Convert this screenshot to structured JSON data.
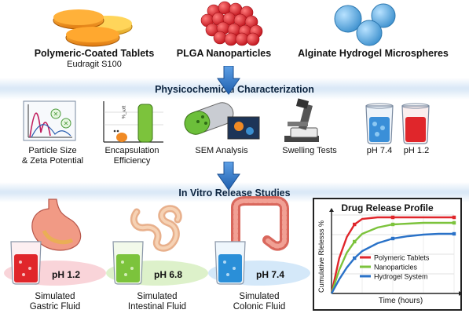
{
  "top_row": {
    "tablets": {
      "title": "Polymeric-Coated Tablets",
      "subtitle": "Eudragit S100"
    },
    "nanoparticles": {
      "title": "PLGA Nanoparticles"
    },
    "microspheres": {
      "title": "Alginate Hydrogel Microspheres"
    }
  },
  "sections": {
    "characterization": "Physicochemical Characterization",
    "release": "In Vitro Release Studies"
  },
  "characterization_items": {
    "particle_size": [
      "Particle Size",
      "& Zeta Potential"
    ],
    "encapsulation": [
      "Encapsulation",
      "Efficiency"
    ],
    "sem": "SEM Analysis",
    "swelling": "Swelling Tests",
    "ph74": "pH 7.4",
    "ph12": "pH 1.2",
    "enc_axis_label": "%_ωtt"
  },
  "fluids": [
    {
      "ph": "pH 1.2",
      "name": [
        "Simulated",
        "Gastric Fluid"
      ]
    },
    {
      "ph": "pH 6.8",
      "name": [
        "Simulated",
        "Intestinal Fluid"
      ]
    },
    {
      "ph": "pH 7.4",
      "name": [
        "Simulated",
        "Colonic Fluid"
      ]
    }
  ],
  "chart_data": {
    "type": "line",
    "title": "Drug Release Profile",
    "xlabel": "Time (hours)",
    "ylabel": "Cumulative Rlelesss %",
    "x": [
      0,
      0.5,
      1,
      1.5,
      2,
      3,
      4,
      5,
      6,
      7,
      8
    ],
    "xlim": [
      0,
      8
    ],
    "ylim": [
      0,
      100
    ],
    "grid": true,
    "legend": "right",
    "series": [
      {
        "name": "Polymeric Tablets",
        "color": "#e0262b",
        "values": [
          0,
          45,
          72,
          88,
          95,
          97,
          97,
          97,
          97,
          97,
          97
        ]
      },
      {
        "name": "Nanoparticles",
        "color": "#7cc33c",
        "values": [
          0,
          30,
          52,
          66,
          76,
          84,
          88,
          89,
          90,
          90,
          90
        ]
      },
      {
        "name": "Hydrogel System",
        "color": "#2a72c8",
        "values": [
          0,
          18,
          33,
          45,
          54,
          64,
          70,
          73,
          75,
          76,
          76
        ]
      }
    ]
  },
  "colors": {
    "arrow": "#2f6fc1",
    "band": "#dbe9f7",
    "gastric": "#e0262b",
    "intestinal": "#7cc33c",
    "colonic": "#2a8fd8"
  }
}
